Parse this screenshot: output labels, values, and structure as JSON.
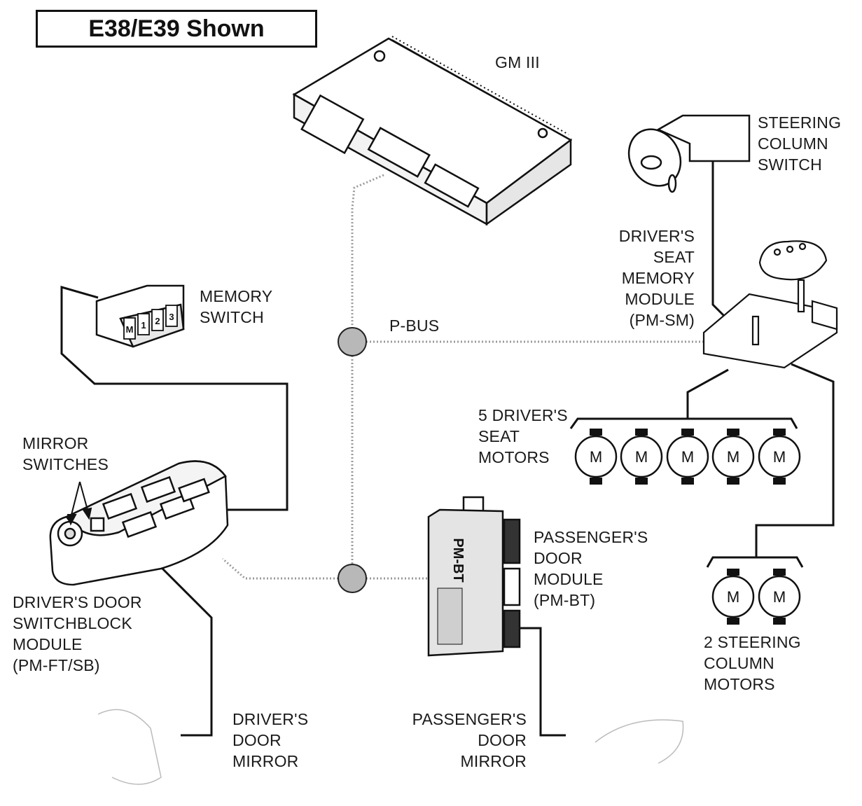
{
  "title": "E38/E39 Shown",
  "labels": {
    "gm3": [
      "GM III"
    ],
    "steering_column_switch": [
      "STEERING",
      "COLUMN",
      "SWITCH"
    ],
    "drivers_seat_memory_module": [
      "DRIVER'S",
      "SEAT",
      "MEMORY",
      "MODULE",
      "(PM-SM)"
    ],
    "memory_switch": [
      "MEMORY",
      "SWITCH"
    ],
    "p_bus": [
      "P-BUS"
    ],
    "seat_motors": [
      "5 DRIVER'S",
      "SEAT",
      "MOTORS"
    ],
    "mirror_switches": [
      "MIRROR",
      "SWITCHES"
    ],
    "passengers_door_module": [
      "PASSENGER'S",
      "DOOR",
      "MODULE",
      "(PM-BT)"
    ],
    "steering_column_motors": [
      "2 STEERING",
      "COLUMN",
      "MOTORS"
    ],
    "drivers_door_switchblock": [
      "DRIVER'S DOOR",
      "SWITCHBLOCK",
      "MODULE",
      "(PM-FT/SB)"
    ],
    "drivers_door_mirror": [
      "DRIVER'S",
      "DOOR",
      "MIRROR"
    ],
    "passengers_door_mirror": [
      "PASSENGER'S",
      "DOOR",
      "MIRROR"
    ]
  },
  "motor_symbol": "M",
  "pm_bt_marking": "PM-BT",
  "memory_switch_buttons": [
    "M",
    "1",
    "2",
    "3"
  ],
  "colors": {
    "line": "#111111",
    "bus": "#9a9a9a",
    "node": "#b8b8b8"
  }
}
